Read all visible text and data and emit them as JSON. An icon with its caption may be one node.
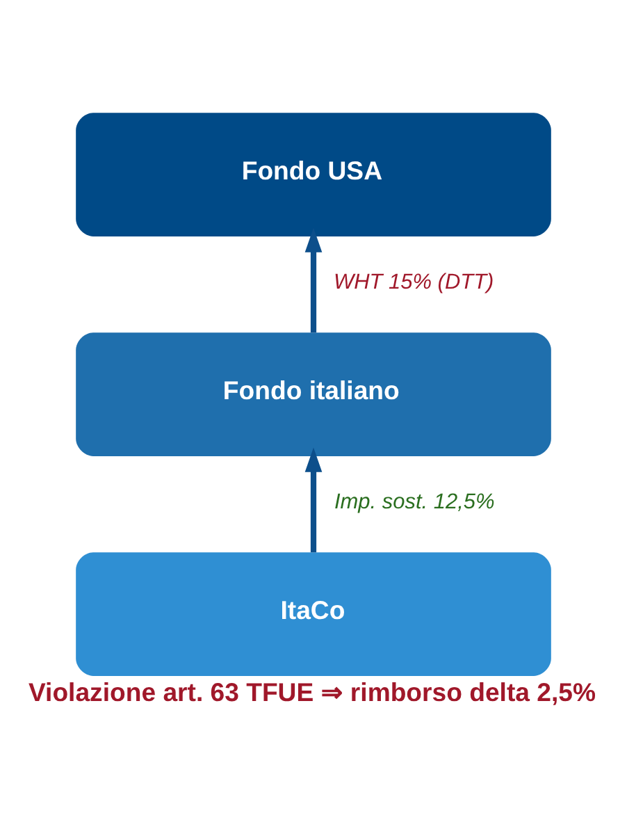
{
  "diagram": {
    "caption": "Violazione art. 63 TFUE ⇒ rimborso delta 2,5%",
    "nodes": [
      {
        "text": [
          "Fondo USA"
        ]
      },
      {
        "text": [
          "Fondo italiano"
        ]
      },
      {
        "text": [
          "ItaCo"
        ]
      }
    ],
    "edges": [
      {
        "from": 2,
        "to": 1,
        "arrow": "to",
        "label": "Imp. sost. 12,5%"
      },
      {
        "from": 1,
        "to": 0,
        "arrow": "to",
        "label": "WHT 15% (DTT)"
      }
    ]
  }
}
